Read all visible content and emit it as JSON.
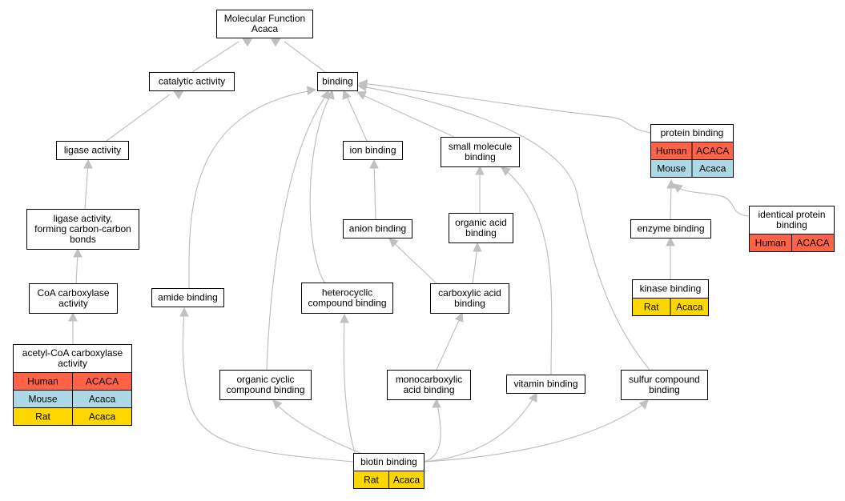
{
  "colors": {
    "human": "#ff6347",
    "mouse": "#add8e6",
    "rat": "#ffd700",
    "edge": "#c0c0c0"
  },
  "nodes": {
    "molecular_function": [
      "Molecular Function",
      "Acaca"
    ],
    "catalytic_activity": [
      "catalytic activity"
    ],
    "binding": [
      "binding"
    ],
    "ligase_activity": [
      "ligase activity"
    ],
    "ion_binding": [
      "ion binding"
    ],
    "small_molecule_binding": [
      "small molecule",
      "binding"
    ],
    "protein_binding": [
      "protein binding"
    ],
    "ligase_cc": [
      "ligase activity,",
      "forming carbon-carbon",
      "bonds"
    ],
    "anion_binding": [
      "anion binding"
    ],
    "organic_acid_binding": [
      "organic acid",
      "binding"
    ],
    "enzyme_binding": [
      "enzyme binding"
    ],
    "identical_protein_binding": [
      "identical protein",
      "binding"
    ],
    "coa_carboxylase": [
      "CoA carboxylase",
      "activity"
    ],
    "amide_binding": [
      "amide binding"
    ],
    "heterocyclic_binding": [
      "heterocyclic",
      "compound binding"
    ],
    "carboxylic_acid_binding": [
      "carboxylic acid",
      "binding"
    ],
    "kinase_binding": [
      "kinase binding"
    ],
    "acetyl_coa_carboxylase": [
      "acetyl-CoA carboxylase",
      "activity"
    ],
    "organic_cyclic_binding": [
      "organic cyclic",
      "compound binding"
    ],
    "monocarboxylic_binding": [
      "monocarboxylic",
      "acid binding"
    ],
    "vitamin_binding": [
      "vitamin binding"
    ],
    "sulfur_compound_binding": [
      "sulfur compound",
      "binding"
    ],
    "biotin_binding": [
      "biotin binding"
    ]
  },
  "annotations": {
    "protein_binding": [
      [
        "Human",
        "ACACA"
      ],
      [
        "Mouse",
        "Acaca"
      ]
    ],
    "identical_protein_binding": [
      [
        "Human",
        "ACACA"
      ]
    ],
    "kinase_binding": [
      [
        "Rat",
        "Acaca"
      ]
    ],
    "acetyl_coa_carboxylase": [
      [
        "Human",
        "ACACA"
      ],
      [
        "Mouse",
        "Acaca"
      ],
      [
        "Rat",
        "Acaca"
      ]
    ],
    "biotin_binding": [
      [
        "Rat",
        "Acaca"
      ]
    ]
  }
}
